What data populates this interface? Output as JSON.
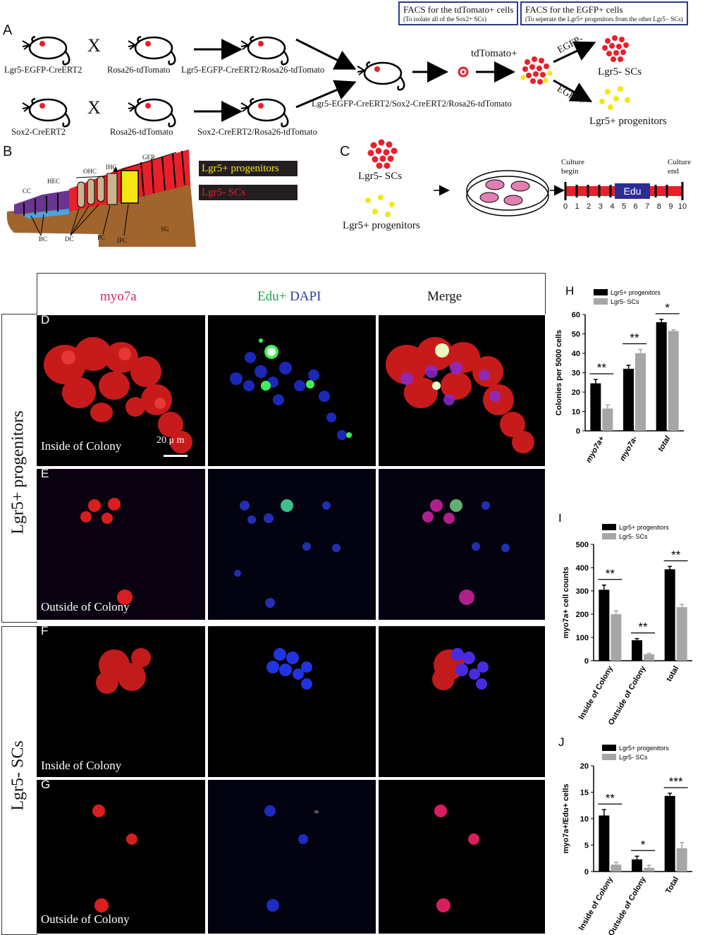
{
  "panelA": {
    "letter": "A",
    "cross_symbol": "X",
    "mice": {
      "lgr5": "Lgr5-EGFP-CreERT2",
      "rosa1": "Rosa26-tdTomato",
      "lgr5_rosa": "Lgr5-EGFP-CreERT2/Rosa26-tdTomato",
      "sox2": "Sox2-CreERT2",
      "rosa2": "Rosa26-tdTomato",
      "sox2_rosa": "Sox2-CreERT2/Rosa26-tdTomato",
      "triple": "Lgr5-EGFP-CreERT2/Sox2-CreERT2/Rosa26-tdTomato"
    },
    "facs1_title": "FACS for the tdTomato+ cells",
    "facs1_sub": "(To isolate all of the Sox2+ SCs)",
    "facs2_title": "FACS for the EGFP+ cells",
    "facs2_sub": "(To seperate the Lgr5+ progenitors from the other Lgr5− SCs)",
    "tdtomato": "tdTomato+",
    "egfp_neg": "EGFP-",
    "egfp_pos": "EGFP+",
    "out_neg": "Lgr5- SCs",
    "out_pos": "Lgr5+  progenitors"
  },
  "panelB": {
    "letter": "B",
    "labels": {
      "cc": "CC",
      "hec": "HEC",
      "ohc": "OHC",
      "ihc": "IHC",
      "ger": "GER",
      "bc": "BC",
      "dc": "DC",
      "pc": "PC",
      "ipc": "IPC",
      "sg": "SG"
    },
    "legend_pos": "Lgr5+ progenitors",
    "legend_neg": "Lgr5- SCs",
    "colors": {
      "yellow": "#f5e614",
      "red": "#e8202a",
      "purple": "#6a3590",
      "brown": "#a0642d",
      "tan": "#c8b38e",
      "blue": "#4aa3df"
    }
  },
  "panelC": {
    "letter": "C",
    "neg": "Lgr5- SCs",
    "pos": "Lgr5+ progenitors",
    "culture_begin": "Culture\nbegin",
    "culture_end": "Culture\nend",
    "edu": "Edu",
    "days": [
      "0",
      "1",
      "2",
      "3",
      "4",
      "5",
      "6",
      "7",
      "8",
      "9",
      "10"
    ]
  },
  "micro": {
    "col_myo7a": "myo7a",
    "col_edu": "Edu+",
    "col_dapi": "DAPI",
    "col_merge": "Merge",
    "row_label_pos": "Lgr5+ progenitors",
    "row_label_neg": "Lgr5- SCs",
    "rows": [
      {
        "letter": "D",
        "label": "Inside of Colony",
        "scale": "20 μ m"
      },
      {
        "letter": "E",
        "label": "Outside of Colony"
      },
      {
        "letter": "F",
        "label": "Inside of Colony"
      },
      {
        "letter": "G",
        "label": "Outside of Colony"
      }
    ],
    "asterisk": "*"
  },
  "chart_data": [
    {
      "panel": "H",
      "type": "bar",
      "ylabel": "Colonies per 5000 cells",
      "ylim": [
        0,
        60
      ],
      "yticks": [
        0,
        10,
        20,
        30,
        40,
        50,
        60
      ],
      "categories": [
        "myo7a+",
        "myo7a-",
        "total"
      ],
      "series": [
        {
          "name": "Lgr5+ progenitors",
          "color": "#000000",
          "values": [
            24.5,
            32,
            56
          ],
          "errors": [
            2,
            1.8,
            1.5
          ]
        },
        {
          "name": "Lgr5- SCs",
          "color": "#a6a6a6",
          "values": [
            11.5,
            40,
            51.5
          ],
          "errors": [
            1.8,
            2,
            0.6
          ]
        }
      ],
      "significance": [
        "**",
        "**",
        "*"
      ]
    },
    {
      "panel": "I",
      "type": "bar",
      "ylabel": "myo7a+ cell counts",
      "ylim": [
        0,
        500
      ],
      "yticks": [
        0,
        100,
        200,
        300,
        400,
        500
      ],
      "categories": [
        "Inside of Colony",
        "Outside of Colony",
        "total"
      ],
      "series": [
        {
          "name": "Lgr5+ progenitors",
          "color": "#000000",
          "values": [
            305,
            88,
            393
          ],
          "errors": [
            20,
            7,
            12
          ]
        },
        {
          "name": "Lgr5- SCs",
          "color": "#a6a6a6",
          "values": [
            200,
            28,
            230
          ],
          "errors": [
            15,
            4,
            12
          ]
        }
      ],
      "significance": [
        "**",
        "**",
        "**"
      ]
    },
    {
      "panel": "J",
      "type": "bar",
      "ylabel": "myo7a+/Edu+ cells",
      "ylim": [
        0,
        20
      ],
      "yticks": [
        0,
        5,
        10,
        15,
        20
      ],
      "categories": [
        "Inside of Colony",
        "Outside of Colony",
        "Total"
      ],
      "series": [
        {
          "name": "Lgr5+ progenitors",
          "color": "#000000",
          "values": [
            10.6,
            2.3,
            14.3
          ],
          "errors": [
            1.1,
            0.6,
            0.5
          ]
        },
        {
          "name": "Lgr5- SCs",
          "color": "#a6a6a6",
          "values": [
            1.3,
            0.7,
            4.4
          ],
          "errors": [
            0.5,
            0.5,
            1.1
          ]
        }
      ],
      "significance": [
        "**",
        "*",
        "***"
      ]
    }
  ]
}
